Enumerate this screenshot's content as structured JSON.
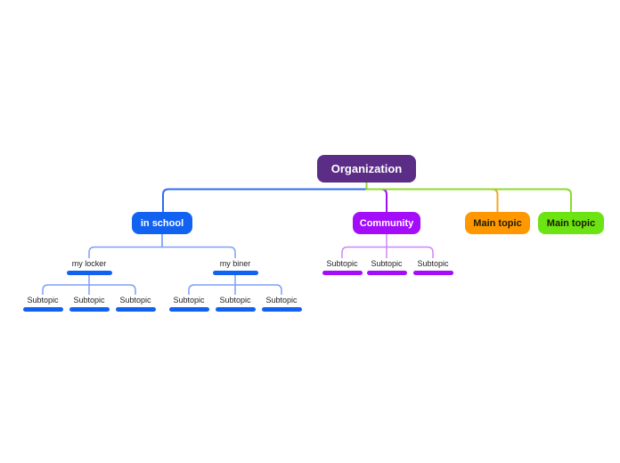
{
  "app": {
    "view": "mindmap-canvas",
    "background": "#ffffff"
  },
  "root": {
    "label": "Organization",
    "color": "#5b2d87",
    "text_color": "#ffffff"
  },
  "branches": [
    {
      "label": "in school",
      "color": "#1262f2",
      "line_color": "#2e6cf0",
      "text_color": "#ffffff",
      "children": [
        {
          "label": "my locker",
          "underline_color": "#1262f2",
          "children": [
            {
              "label": "Subtopic",
              "underline_color": "#1262f2"
            },
            {
              "label": "Subtopic",
              "underline_color": "#1262f2"
            },
            {
              "label": "Subtopic",
              "underline_color": "#1262f2"
            }
          ]
        },
        {
          "label": "my biner",
          "underline_color": "#1262f2",
          "children": [
            {
              "label": "Subtopic",
              "underline_color": "#1262f2"
            },
            {
              "label": "Subtopic",
              "underline_color": "#1262f2"
            },
            {
              "label": "Subtopic",
              "underline_color": "#1262f2"
            }
          ]
        }
      ]
    },
    {
      "label": "Community",
      "color": "#a30dfa",
      "line_color": "#cd86f5",
      "text_color": "#ffffff",
      "children": [
        {
          "label": "Subtopic",
          "underline_color": "#a30dfa"
        },
        {
          "label": "Subtopic",
          "underline_color": "#a30dfa"
        },
        {
          "label": "Subtopic",
          "underline_color": "#a30dfa"
        }
      ]
    },
    {
      "label": "Main topic",
      "color": "#ff9800",
      "line_color": "#f6a623",
      "text_color": "#1e1e00",
      "children": []
    },
    {
      "label": "Main topic",
      "color": "#6ce312",
      "line_color": "#8fd92e",
      "text_color": "#1e1e00",
      "children": []
    }
  ]
}
